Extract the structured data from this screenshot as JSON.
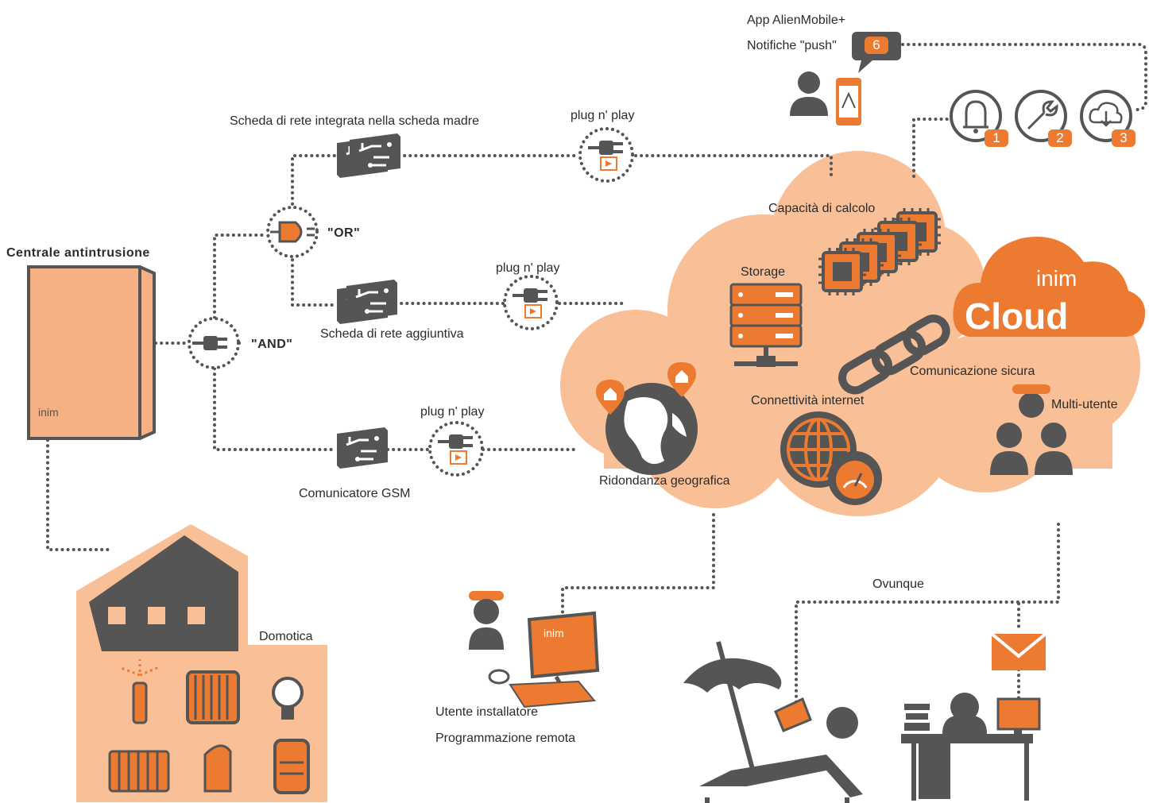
{
  "labels": {
    "centrale": "Centrale antintrusione",
    "and": "\"AND\"",
    "or": "\"OR\"",
    "scheda_integrata": "Scheda di rete integrata nella scheda madre",
    "scheda_aggiuntiva": "Scheda di rete aggiuntiva",
    "gsm": "Comunicatore GSM",
    "plug1": "plug n' play",
    "plug2": "plug n' play",
    "plug3": "plug n' play",
    "app": "App AlienMobile+",
    "push": "Notifiche \"push\"",
    "capacita": "Capacità di calcolo",
    "storage": "Storage",
    "comunicazione": "Comunicazione sicura",
    "connettivita": "Connettività internet",
    "ridondanza": "Ridondanza geografica",
    "multiutente": "Multi-utente",
    "domotica": "Domotica",
    "installatore": "Utente installatore",
    "programmazione": "Programmazione remota",
    "ovunque": "Ovunque",
    "brand": "inim",
    "brand_cloud": "Cloud"
  },
  "badges": {
    "b1": "1",
    "b2": "2",
    "b3": "3",
    "b6": "6"
  },
  "colors": {
    "orange": "#ec7a30",
    "peach": "#f9bf96",
    "dark": "#555556",
    "panel": "#f5b083"
  },
  "icons": [
    "bell-icon",
    "wrench-icon",
    "cloud-download-icon",
    "chip-icon",
    "server-icon",
    "chain-icon",
    "globe-icon",
    "gauge-icon",
    "user-icon",
    "plug-icon",
    "house-icon",
    "umbrella-icon",
    "envelope-icon",
    "bulb-icon",
    "radiator-icon",
    "gate-icon",
    "sprinkler-icon"
  ]
}
